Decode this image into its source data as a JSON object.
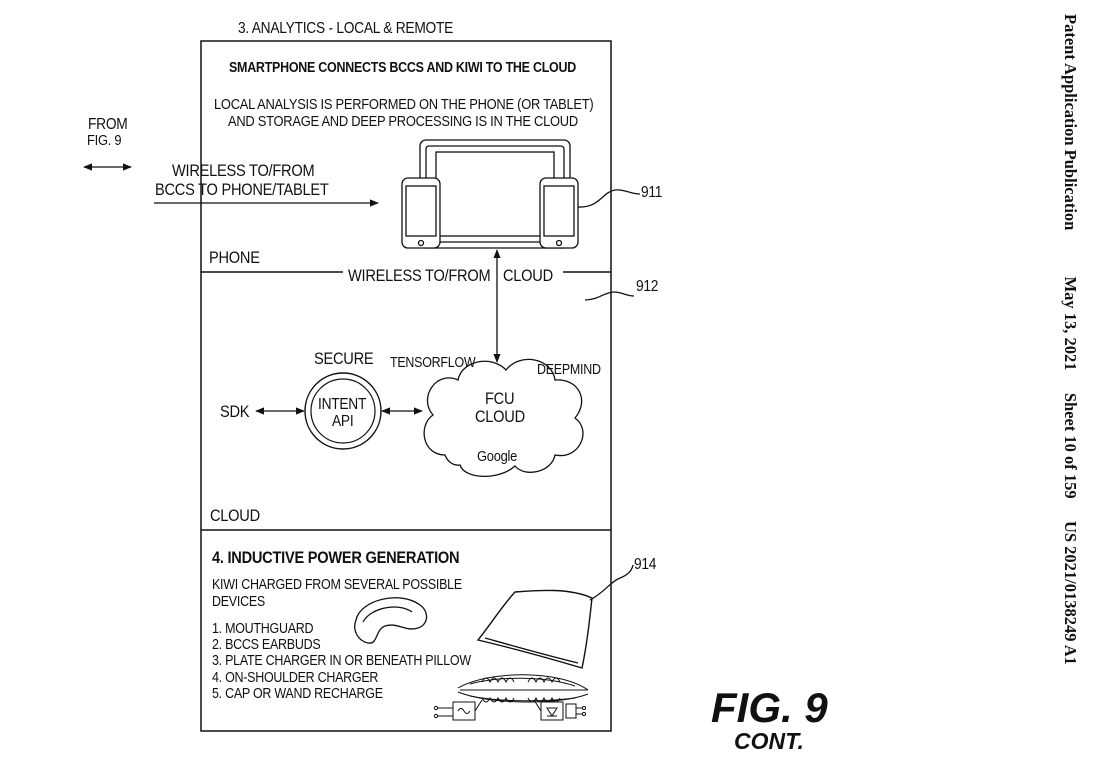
{
  "section3": {
    "title": "3. ANALYTICS - LOCAL & REMOTE",
    "heading": "SMARTPHONE CONNECTS BCCS AND KIWI TO THE CLOUD",
    "desc_line1": "LOCAL ANALYSIS IS PERFORMED ON THE PHONE (OR TABLET)",
    "desc_line2": "AND STORAGE AND DEEP PROCESSING IS IN THE CLOUD",
    "from_line1": "FROM",
    "from_line2": "FIG. 9",
    "wireless_phone_line1": "WIRELESS TO/FROM",
    "wireless_phone_line2": "BCCS TO PHONE/TABLET",
    "phone_label": "PHONE",
    "wireless_cloud": "WIRELESS TO/FROM",
    "cloud_word": "CLOUD",
    "secure": "SECURE",
    "sdk": "SDK",
    "intent_line1": "INTENT",
    "intent_line2": "API",
    "tensorflow": "TENSORFLOW",
    "deepmind": "DEEPMIND",
    "fcu_line1": "FCU",
    "fcu_line2": "CLOUD",
    "google": "Google",
    "cloud_label": "CLOUD",
    "ref_911": "911",
    "ref_912": "912"
  },
  "section4": {
    "title": "4. INDUCTIVE POWER GENERATION",
    "desc_line1": "KIWI CHARGED FROM SEVERAL POSSIBLE",
    "desc_line2": "DEVICES",
    "items": [
      "1. MOUTHGUARD",
      "2. BCCS EARBUDS",
      "3. PLATE CHARGER IN OR BENEATH PILLOW",
      "4. ON-SHOULDER CHARGER",
      "5. CAP OR WAND RECHARGE"
    ],
    "ref_914": "914"
  },
  "figure": {
    "label": "FIG. 9",
    "cont": "CONT."
  },
  "header": {
    "publication": "Patent Application Publication",
    "date": "May 13, 2021",
    "sheet": "Sheet 10 of 159",
    "number": "US 2021/0138249 A1"
  }
}
